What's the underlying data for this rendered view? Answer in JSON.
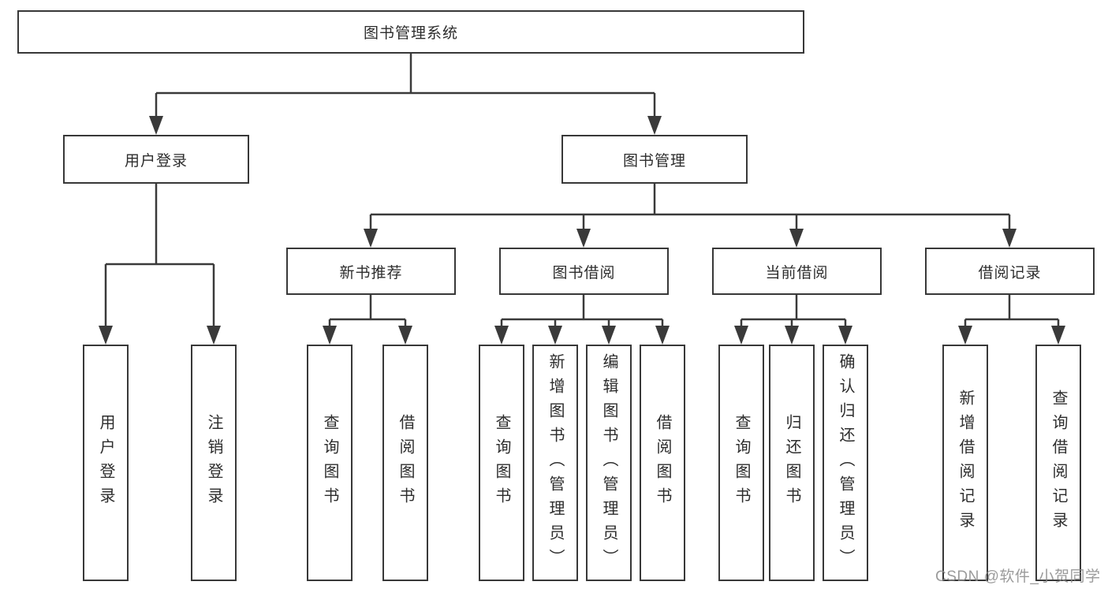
{
  "colors": {
    "line": "#3a3a3a",
    "box_border": "#383838",
    "box_fill": "#ffffff",
    "text": "#2d2d2d",
    "watermark": "#8a8a8a"
  },
  "nodes": {
    "root": "图书管理系统",
    "level2": [
      {
        "label": "用户登录"
      },
      {
        "label": "图书管理"
      }
    ],
    "level3": [
      {
        "label": "新书推荐"
      },
      {
        "label": "图书借阅"
      },
      {
        "label": "当前借阅"
      },
      {
        "label": "借阅记录"
      }
    ],
    "login_children": [
      "用户登录",
      "注销登录"
    ],
    "recommend_children": [
      "查询图书",
      "借阅图书"
    ],
    "borrow_children": [
      "查询图书",
      "新增图书（管理员）",
      "编辑图书（管理员）",
      "借阅图书"
    ],
    "current_children": [
      "查询图书",
      "归还图书",
      "确认归还（管理员）"
    ],
    "record_children": [
      "新增借阅记录",
      "查询借阅记录"
    ]
  },
  "watermark": "CSDN @软件_小贺同学"
}
